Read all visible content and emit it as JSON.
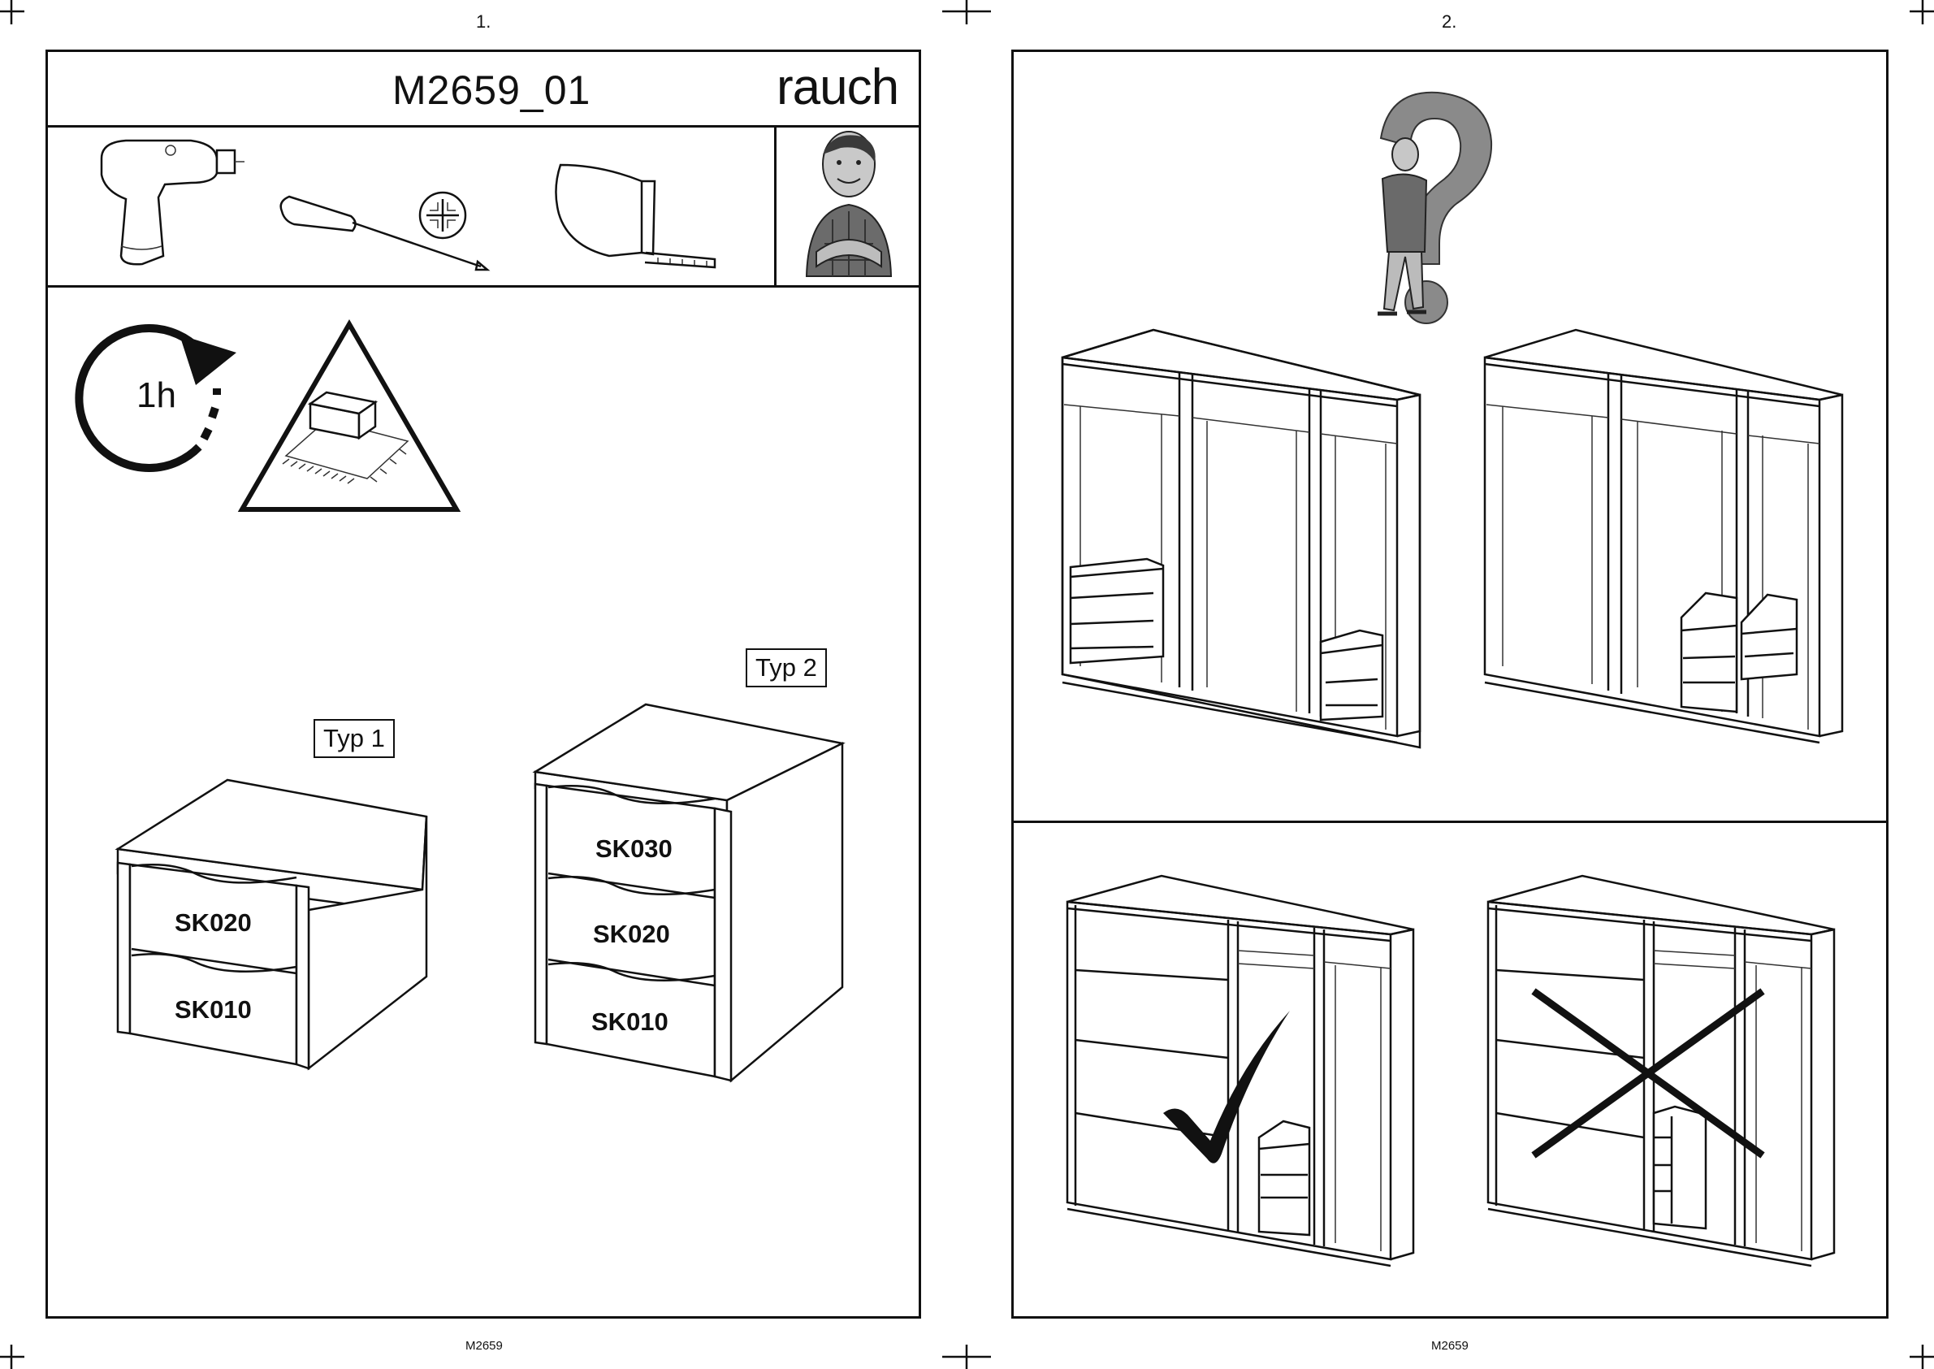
{
  "left_page": {
    "page_number": "1.",
    "model_code": "M2659_01",
    "brand": "rauch",
    "tools": [
      "cordless-drill",
      "phillips-screwdriver",
      "tape-measure"
    ],
    "time_badge": "1h",
    "type_labels": {
      "type1": "Typ 1",
      "type2": "Typ 2"
    },
    "drawers_type1": [
      "SK020",
      "SK010"
    ],
    "drawers_type2": [
      "SK030",
      "SK020",
      "SK010"
    ],
    "footer": "M2659"
  },
  "right_page": {
    "page_number": "2.",
    "footer": "M2659",
    "marks": {
      "correct": "checkmark",
      "wrong": "cross"
    }
  }
}
